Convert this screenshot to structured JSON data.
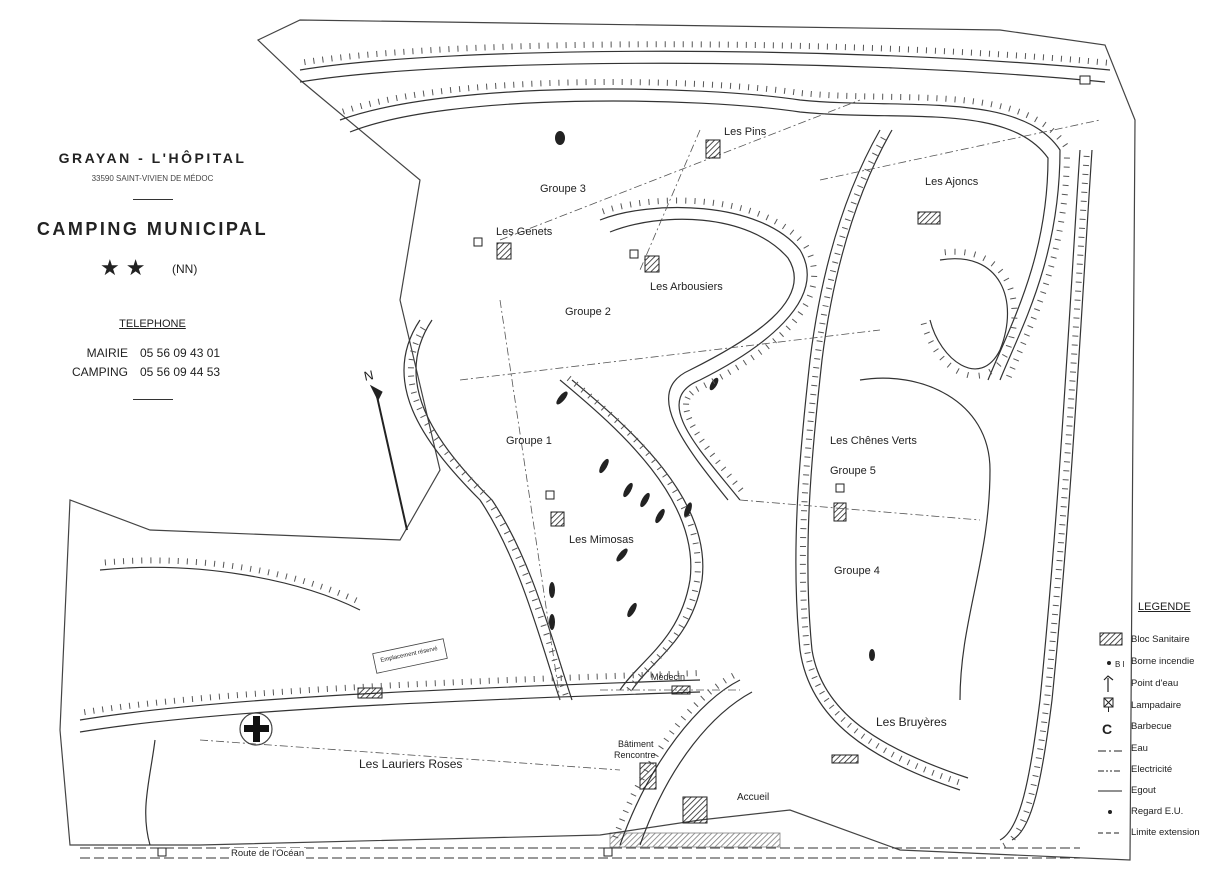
{
  "header": {
    "town": "GRAYAN - L'HÔPITAL",
    "postal": "33590 SAINT-VIVIEN DE MÉDOC",
    "camp_name": "CAMPING MUNICIPAL",
    "stars": "★★",
    "stars_note": "(NN)"
  },
  "telephone": {
    "heading": "TELEPHONE",
    "rows": [
      {
        "label": "MAIRIE",
        "number": "05 56 09 43 01"
      },
      {
        "label": "CAMPING",
        "number": "05 56 09 44 53"
      }
    ]
  },
  "compass": {
    "label": "N"
  },
  "areas": {
    "les_pins": "Les Pins",
    "les_ajoncs": "Les Ajoncs",
    "groupe_3": "Groupe 3",
    "les_genets": "Les Genets",
    "les_arbousiers": "Les Arbousiers",
    "groupe_2": "Groupe 2",
    "groupe_1": "Groupe 1",
    "les_chenes_verts": "Les Chênes Verts",
    "groupe_5": "Groupe 5",
    "les_mimosas": "Les Mimosas",
    "groupe_4": "Groupe 4",
    "medecin": "Médecin",
    "batiment": "Bâtiment",
    "rencontre": "Rencontre",
    "les_bruyeres": "Les Bruyères",
    "les_lauriers_roses": "Les Lauriers Roses",
    "accueil": "Accueil",
    "route": "Route de l'Océan",
    "emplacement": "Emplacement réservé"
  },
  "legend": {
    "title": "LEGENDE",
    "items": [
      {
        "key": "bloc",
        "label": "Bloc Sanitaire",
        "icon": "hatched-box-icon"
      },
      {
        "key": "borne",
        "label": "Borne incendie",
        "icon": "dot-bi-icon",
        "code": "B I"
      },
      {
        "key": "eau_point",
        "label": "Point d'eau",
        "icon": "water-tap-icon"
      },
      {
        "key": "lampadaire",
        "label": "Lampadaire",
        "icon": "lamp-icon"
      },
      {
        "key": "barbecue",
        "label": "Barbecue",
        "icon": "barbecue-c-icon",
        "code": "C"
      },
      {
        "key": "eau",
        "label": "Eau",
        "icon": "dash-dot-line-icon"
      },
      {
        "key": "electricite",
        "label": "Electricité",
        "icon": "dash-dot-dot-line-icon"
      },
      {
        "key": "egout",
        "label": "Egout",
        "icon": "long-dash-line-icon"
      },
      {
        "key": "regard",
        "label": "Regard E.U.",
        "icon": "small-dot-icon"
      },
      {
        "key": "limite",
        "label": "Limite extension",
        "icon": "dashed-line-icon"
      }
    ]
  }
}
